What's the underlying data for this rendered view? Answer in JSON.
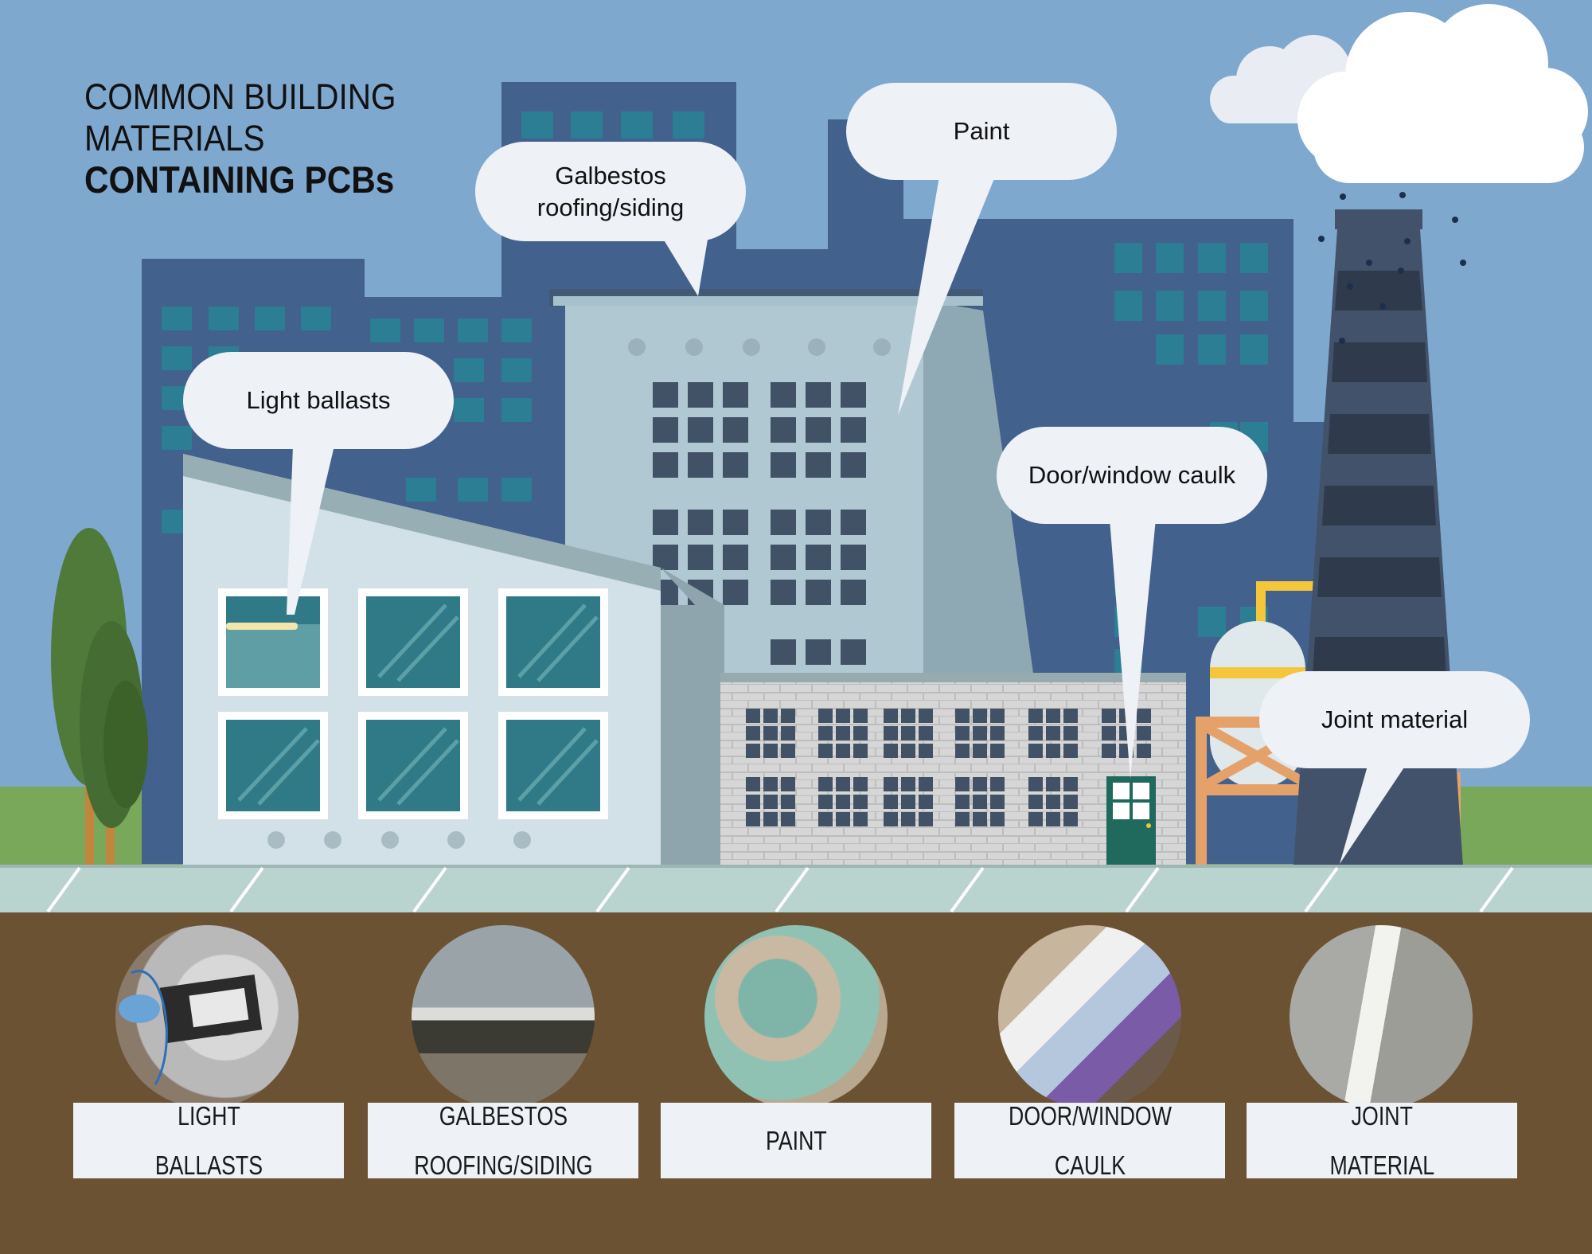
{
  "title": {
    "line1": "COMMON BUILDING",
    "line2": "MATERIALS",
    "line3": "CONTAINING PCBs"
  },
  "callouts": {
    "light_ballasts": "Light ballasts",
    "galbestos_line1": "Galbestos",
    "galbestos_line2": "roofing/siding",
    "paint": "Paint",
    "door_window_caulk": "Door/window caulk",
    "joint_material": "Joint material"
  },
  "labels": [
    {
      "line1": "LIGHT",
      "line2": "BALLASTS"
    },
    {
      "line1": "GALBESTOS",
      "line2": "ROOFING/SIDING"
    },
    {
      "line1": "PAINT",
      "line2": ""
    },
    {
      "line1": "DOOR/WINDOW",
      "line2": "CAULK"
    },
    {
      "line1": "JOINT",
      "line2": "MATERIAL"
    }
  ],
  "colors": {
    "sky": "#7fa8ce",
    "ground": "#6b5233",
    "sidewalk": "#b9d3cf",
    "grass": "#7aa85b",
    "bubble": "#eef1f6"
  },
  "icons": [
    "cloud-icon",
    "tree-icon",
    "smokestack-icon",
    "storage-tank-icon"
  ]
}
